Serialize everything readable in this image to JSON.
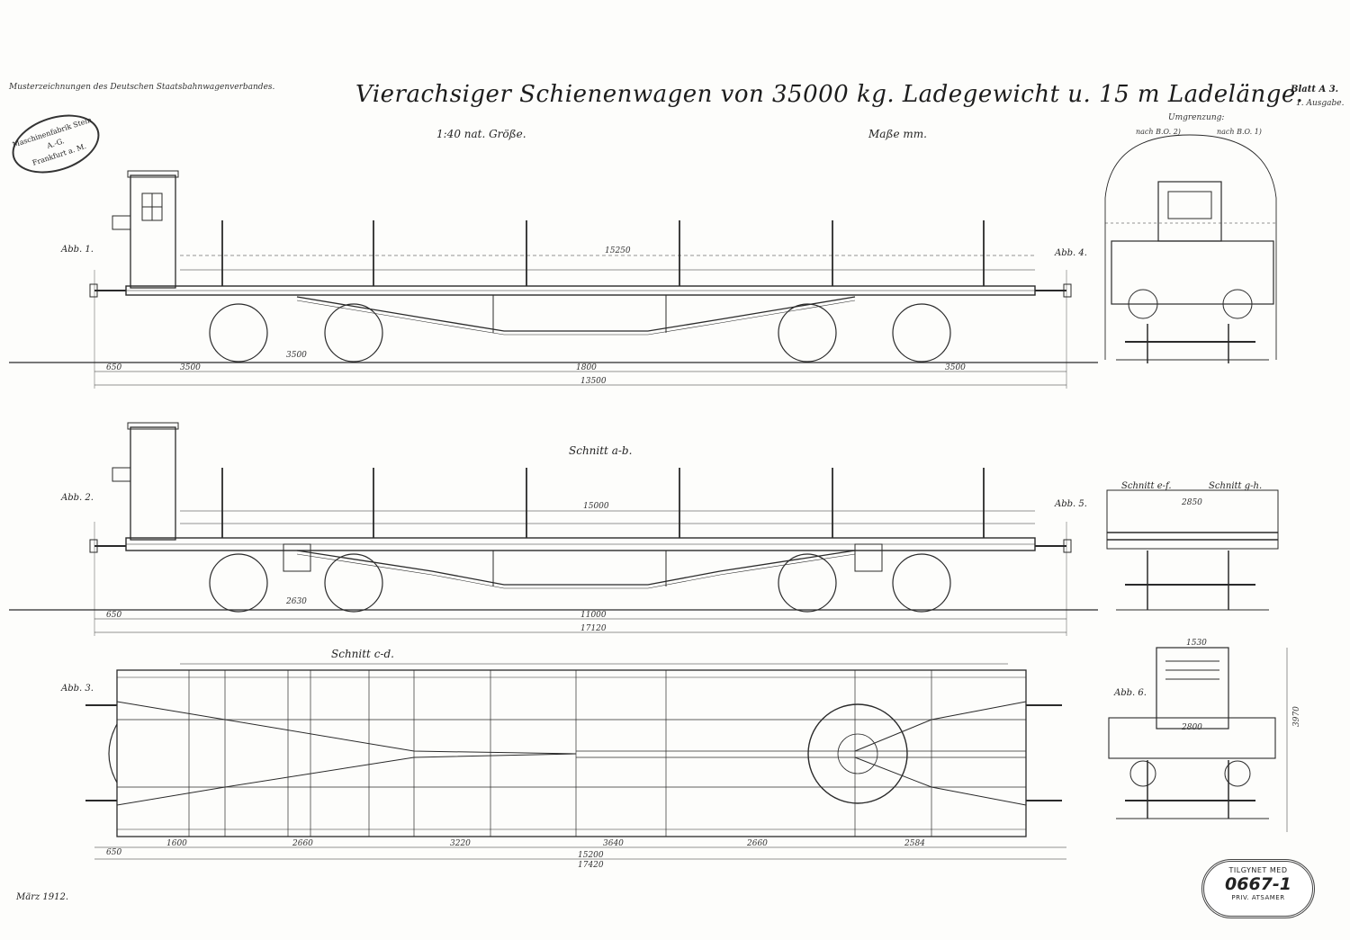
{
  "header": {
    "series_note": "Musterzeichnungen des Deutschen Staatsbahnwagenverbandes.",
    "title": "Vierachsiger Schienenwagen von 35000 kg. Ladegewicht u. 15 m Ladelänge.",
    "sheet": "Blatt A 3.",
    "edition": "1. Ausgabe.",
    "scale": "1:40 nat. Größe.",
    "units": "Maße mm."
  },
  "maker_stamp": {
    "line1": "Maschinenfabrik Stein",
    "line2": "A.-G.",
    "line3": "Frankfurt a. M."
  },
  "figures": {
    "abb1": "Abb. 1.",
    "abb2": "Abb. 2.",
    "abb3": "Abb. 3.",
    "abb4": "Abb. 4.",
    "abb5": "Abb. 5.",
    "abb6": "Abb. 6."
  },
  "sections": {
    "ab": "Schnitt a-b.",
    "cd": "Schnitt c-d.",
    "ef": "Schnitt e-f.",
    "gh": "Schnitt g-h."
  },
  "end_view_note": {
    "title": "Umgrenzung:",
    "left": "nach B.O. 2)",
    "right": "nach B.O. 1)"
  },
  "dimensions": {
    "fig1_overall": "13500",
    "fig1_length": "15250",
    "fig1_wheelbase": "1800",
    "fig1_bogie": "3500",
    "fig1_left": "3500",
    "fig1_right": "3500",
    "fig1_offset": "650",
    "fig2_overall": "17120",
    "fig2_length": "15000",
    "fig2_inner": "11000",
    "fig2_offset": "650",
    "fig2_bogie": "2630",
    "fig3_overall": "17420",
    "fig3_frame": "15200",
    "fig3_a": "1600",
    "fig3_b": "2660",
    "fig3_c": "3220",
    "fig3_d": "3640",
    "fig3_e": "2660",
    "fig3_f": "2584",
    "fig3_offset": "650",
    "fig5_width": "2850",
    "fig6_top": "1530",
    "fig6_width": "2800",
    "fig6_height": "3970"
  },
  "archive_stamp": {
    "top": "TILGYNET MED",
    "number": "0667-1",
    "bottom": "PRIV. ATSAMER"
  },
  "footer_date": "März 1912."
}
